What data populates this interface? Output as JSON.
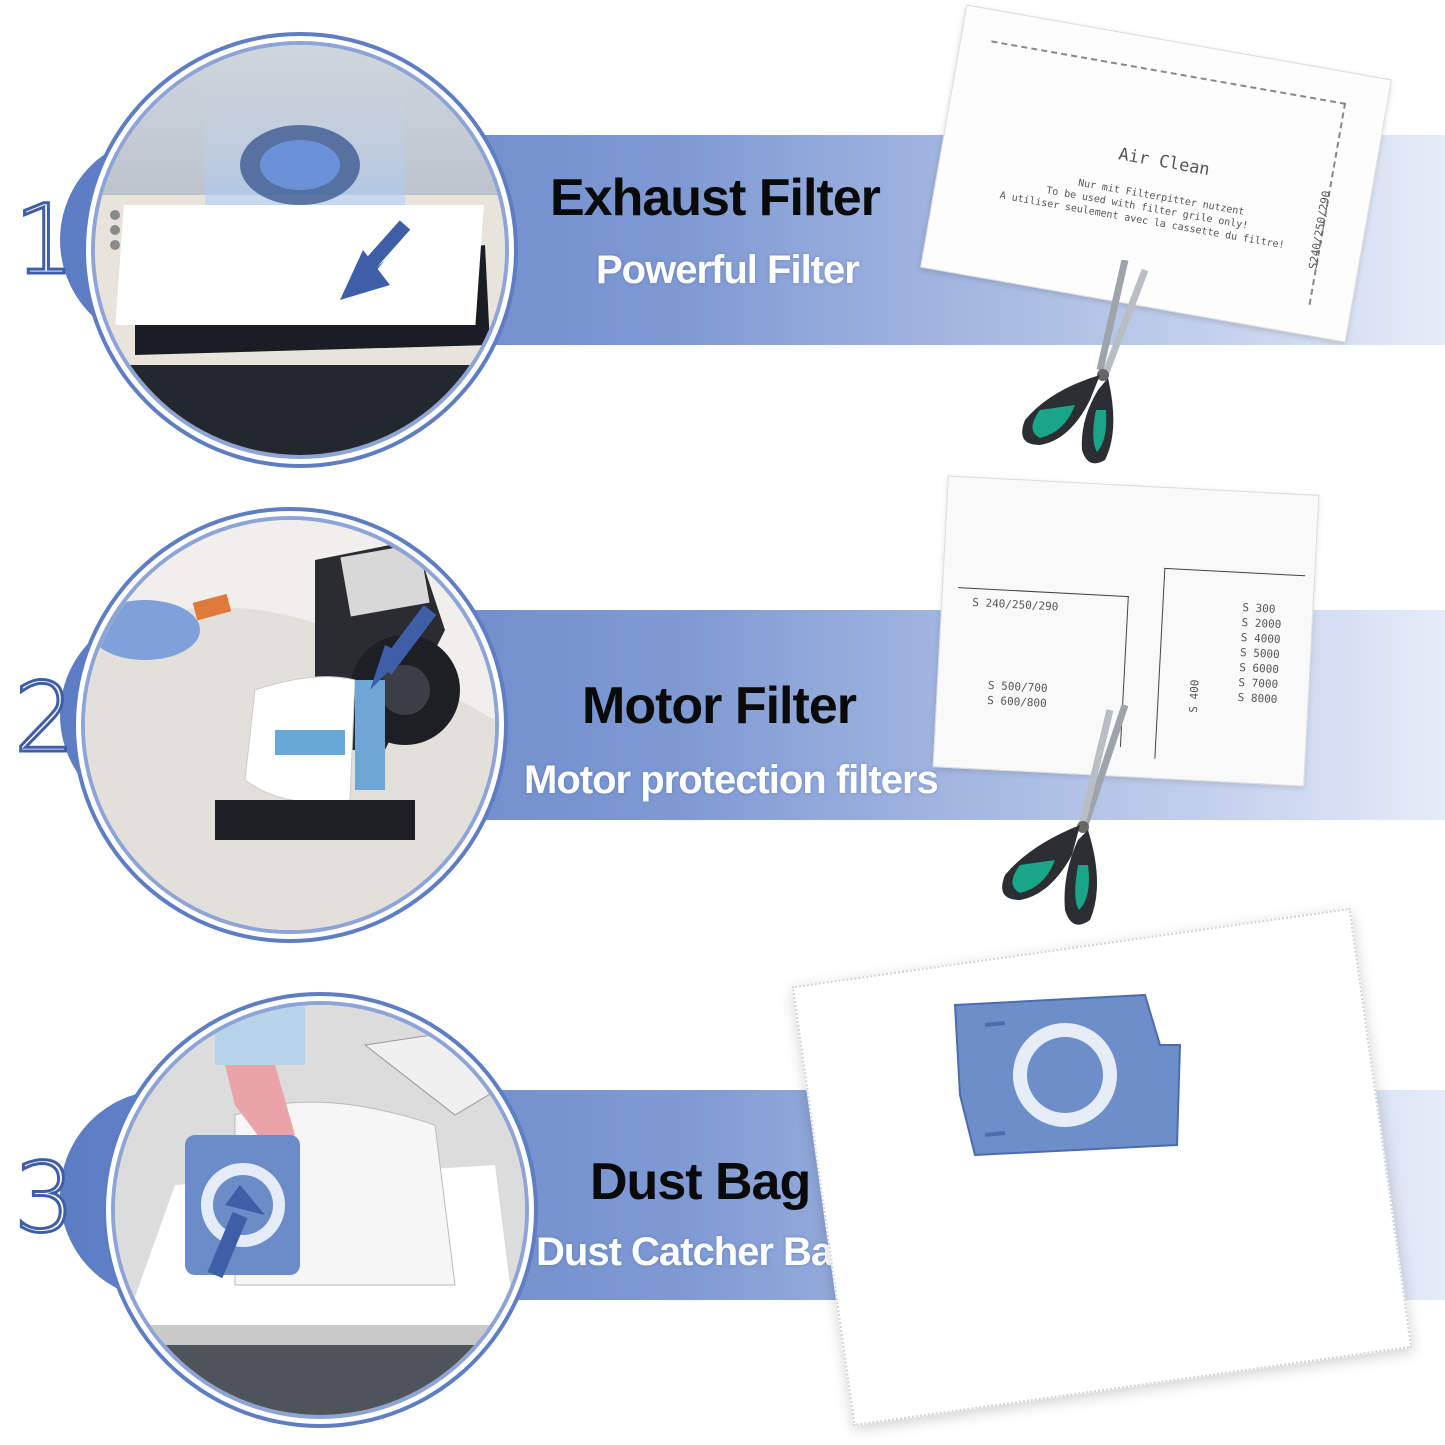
{
  "sections": [
    {
      "number": "1",
      "title": "Exhaust Filter",
      "subtitle": "Powerful Filter",
      "filter_print": {
        "brand": "Air Clean",
        "line1": "Nur mit Filterpitter nutzent",
        "line2": "To be used with filter grile only!",
        "line3": "A utiliser seulement avec la cassette du filtre!",
        "sizes": "S240/250/290"
      }
    },
    {
      "number": "2",
      "title": "Motor Filter",
      "subtitle": "Motor protection filters",
      "filter_print": {
        "model_a": "S 240/250/290",
        "model_b1": "S 500/700",
        "model_b2": "S 600/800",
        "model_c": "S 400",
        "model_list": [
          "S 300",
          "S 2000",
          "S 4000",
          "S 5000",
          "S 6000",
          "S 7000",
          "S 8000"
        ]
      }
    },
    {
      "number": "3",
      "title": "Dust Bag",
      "subtitle": "Dust Catcher Bag"
    }
  ],
  "colors": {
    "band": "#5c7cc4",
    "accent": "#3f5ea8",
    "scissor_grip": "#1aa588"
  }
}
